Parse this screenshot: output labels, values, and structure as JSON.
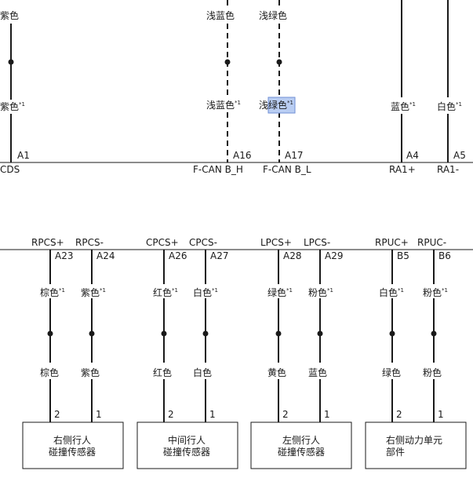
{
  "top_wires": [
    {
      "id": "cds",
      "color_top": "紫色",
      "color_mid": "紫色",
      "sup": "*1",
      "pin": "A1",
      "signal": "CDS",
      "dashed": false
    },
    {
      "id": "fcan-h",
      "color_top": "浅蓝色",
      "color_mid": "浅蓝色",
      "sup": "*1",
      "pin": "A16",
      "signal": "F-CAN B_H",
      "dashed": true
    },
    {
      "id": "fcan-l",
      "color_top": "浅绿色",
      "color_mid": "浅绿色",
      "sup": "*1",
      "pin": "A17",
      "signal": "F-CAN B_L",
      "dashed": true,
      "highlighted": true
    },
    {
      "id": "ra1p",
      "color_top": "",
      "color_mid": "蓝色",
      "sup": "*1",
      "pin": "A4",
      "signal": "RA1+",
      "dashed": false
    },
    {
      "id": "ra1m",
      "color_top": "",
      "color_mid": "白色",
      "sup": "*1",
      "pin": "A5",
      "signal": "RA1-",
      "dashed": false
    }
  ],
  "bottom_wires": [
    {
      "id": "rpcs-p",
      "signal": "RPCS+",
      "pin": "A23",
      "color_mid": "棕色",
      "sup": "*1",
      "color_low": "棕色",
      "term": "2"
    },
    {
      "id": "rpcs-m",
      "signal": "RPCS-",
      "pin": "A24",
      "color_mid": "紫色",
      "sup": "*1",
      "color_low": "紫色",
      "term": "1"
    },
    {
      "id": "cpcs-p",
      "signal": "CPCS+",
      "pin": "A26",
      "color_mid": "红色",
      "sup": "*1",
      "color_low": "红色",
      "term": "2"
    },
    {
      "id": "cpcs-m",
      "signal": "CPCS-",
      "pin": "A27",
      "color_mid": "白色",
      "sup": "*1",
      "color_low": "白色",
      "term": "1"
    },
    {
      "id": "lpcs-p",
      "signal": "LPCS+",
      "pin": "A28",
      "color_mid": "绿色",
      "sup": "*1",
      "color_low": "黄色",
      "term": "2"
    },
    {
      "id": "lpcs-m",
      "signal": "LPCS-",
      "pin": "A29",
      "color_mid": "粉色",
      "sup": "*1",
      "color_low": "蓝色",
      "term": "1"
    },
    {
      "id": "rpuc-p",
      "signal": "RPUC+",
      "pin": "B5",
      "color_mid": "白色",
      "sup": "*1",
      "color_low": "绿色",
      "term": "2"
    },
    {
      "id": "rpuc-m",
      "signal": "RPUC-",
      "pin": "B6",
      "color_mid": "粉色",
      "sup": "*1",
      "color_low": "粉色",
      "term": "1"
    }
  ],
  "components": [
    {
      "id": "right-ped",
      "line1": "右侧行人",
      "line2": "碰撞传感器"
    },
    {
      "id": "center-ped",
      "line1": "中间行人",
      "line2": "碰撞传感器"
    },
    {
      "id": "left-ped",
      "line1": "左侧行人",
      "line2": "碰撞传感器"
    },
    {
      "id": "right-pu",
      "line1": "右侧动力单元",
      "line2": "部件"
    }
  ]
}
